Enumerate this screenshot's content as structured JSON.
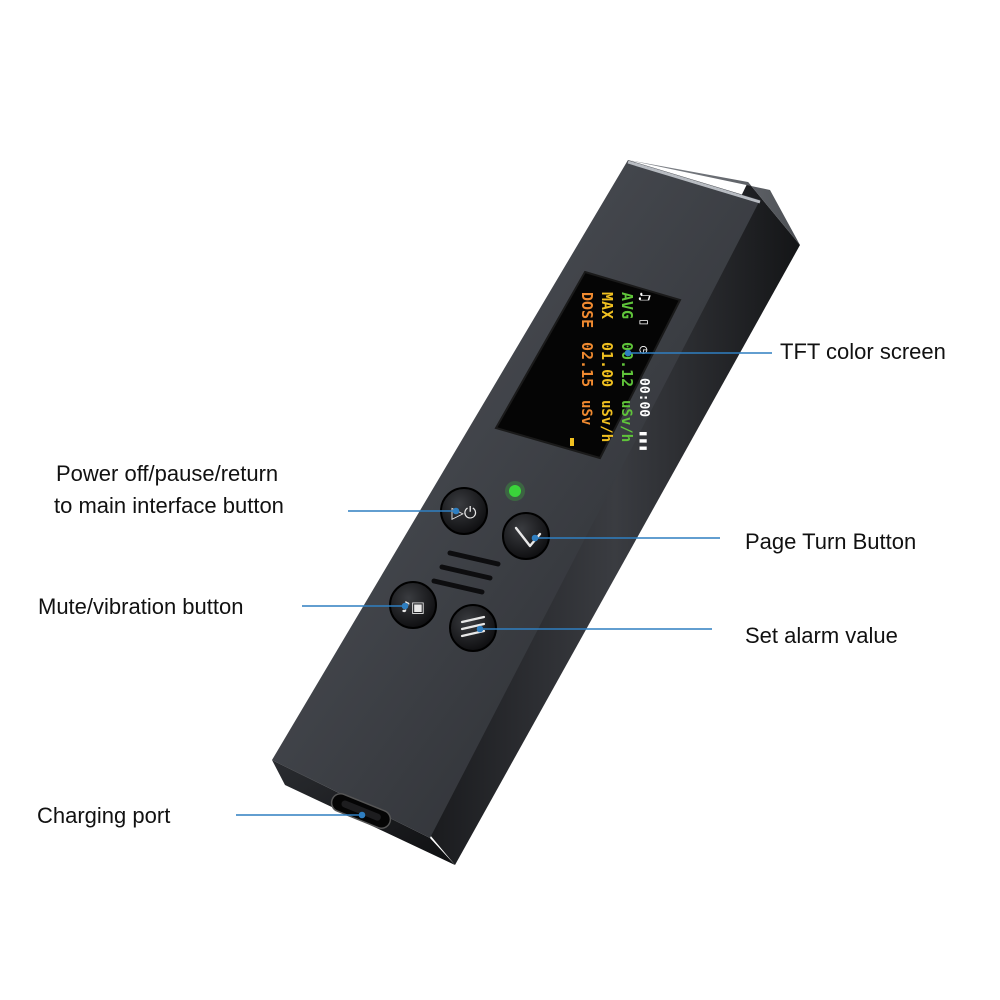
{
  "callouts": {
    "tft_screen": "TFT color screen",
    "power_line1": "Power off/pause/return",
    "power_line2": "to main interface button",
    "page_turn": "Page Turn Button",
    "mute_vibration": "Mute/vibration button",
    "set_alarm": "Set alarm value",
    "charging_port": "Charging port"
  },
  "screen": {
    "avg_label": "AVG",
    "avg_value": "00.12",
    "avg_unit": "uSv/h",
    "max_label": "MAX",
    "max_value": "01.00",
    "max_unit": "uSv/h",
    "dose_label": "DOSE",
    "dose_value": "02.15",
    "dose_unit": "uSv",
    "timer": "00:00"
  },
  "colors": {
    "leader_line": "#2f7fc1",
    "avg": "#5fc43a",
    "max": "#f0c020",
    "dose": "#f08a30",
    "led": "#3ad43a",
    "body": "#3a3d42"
  }
}
